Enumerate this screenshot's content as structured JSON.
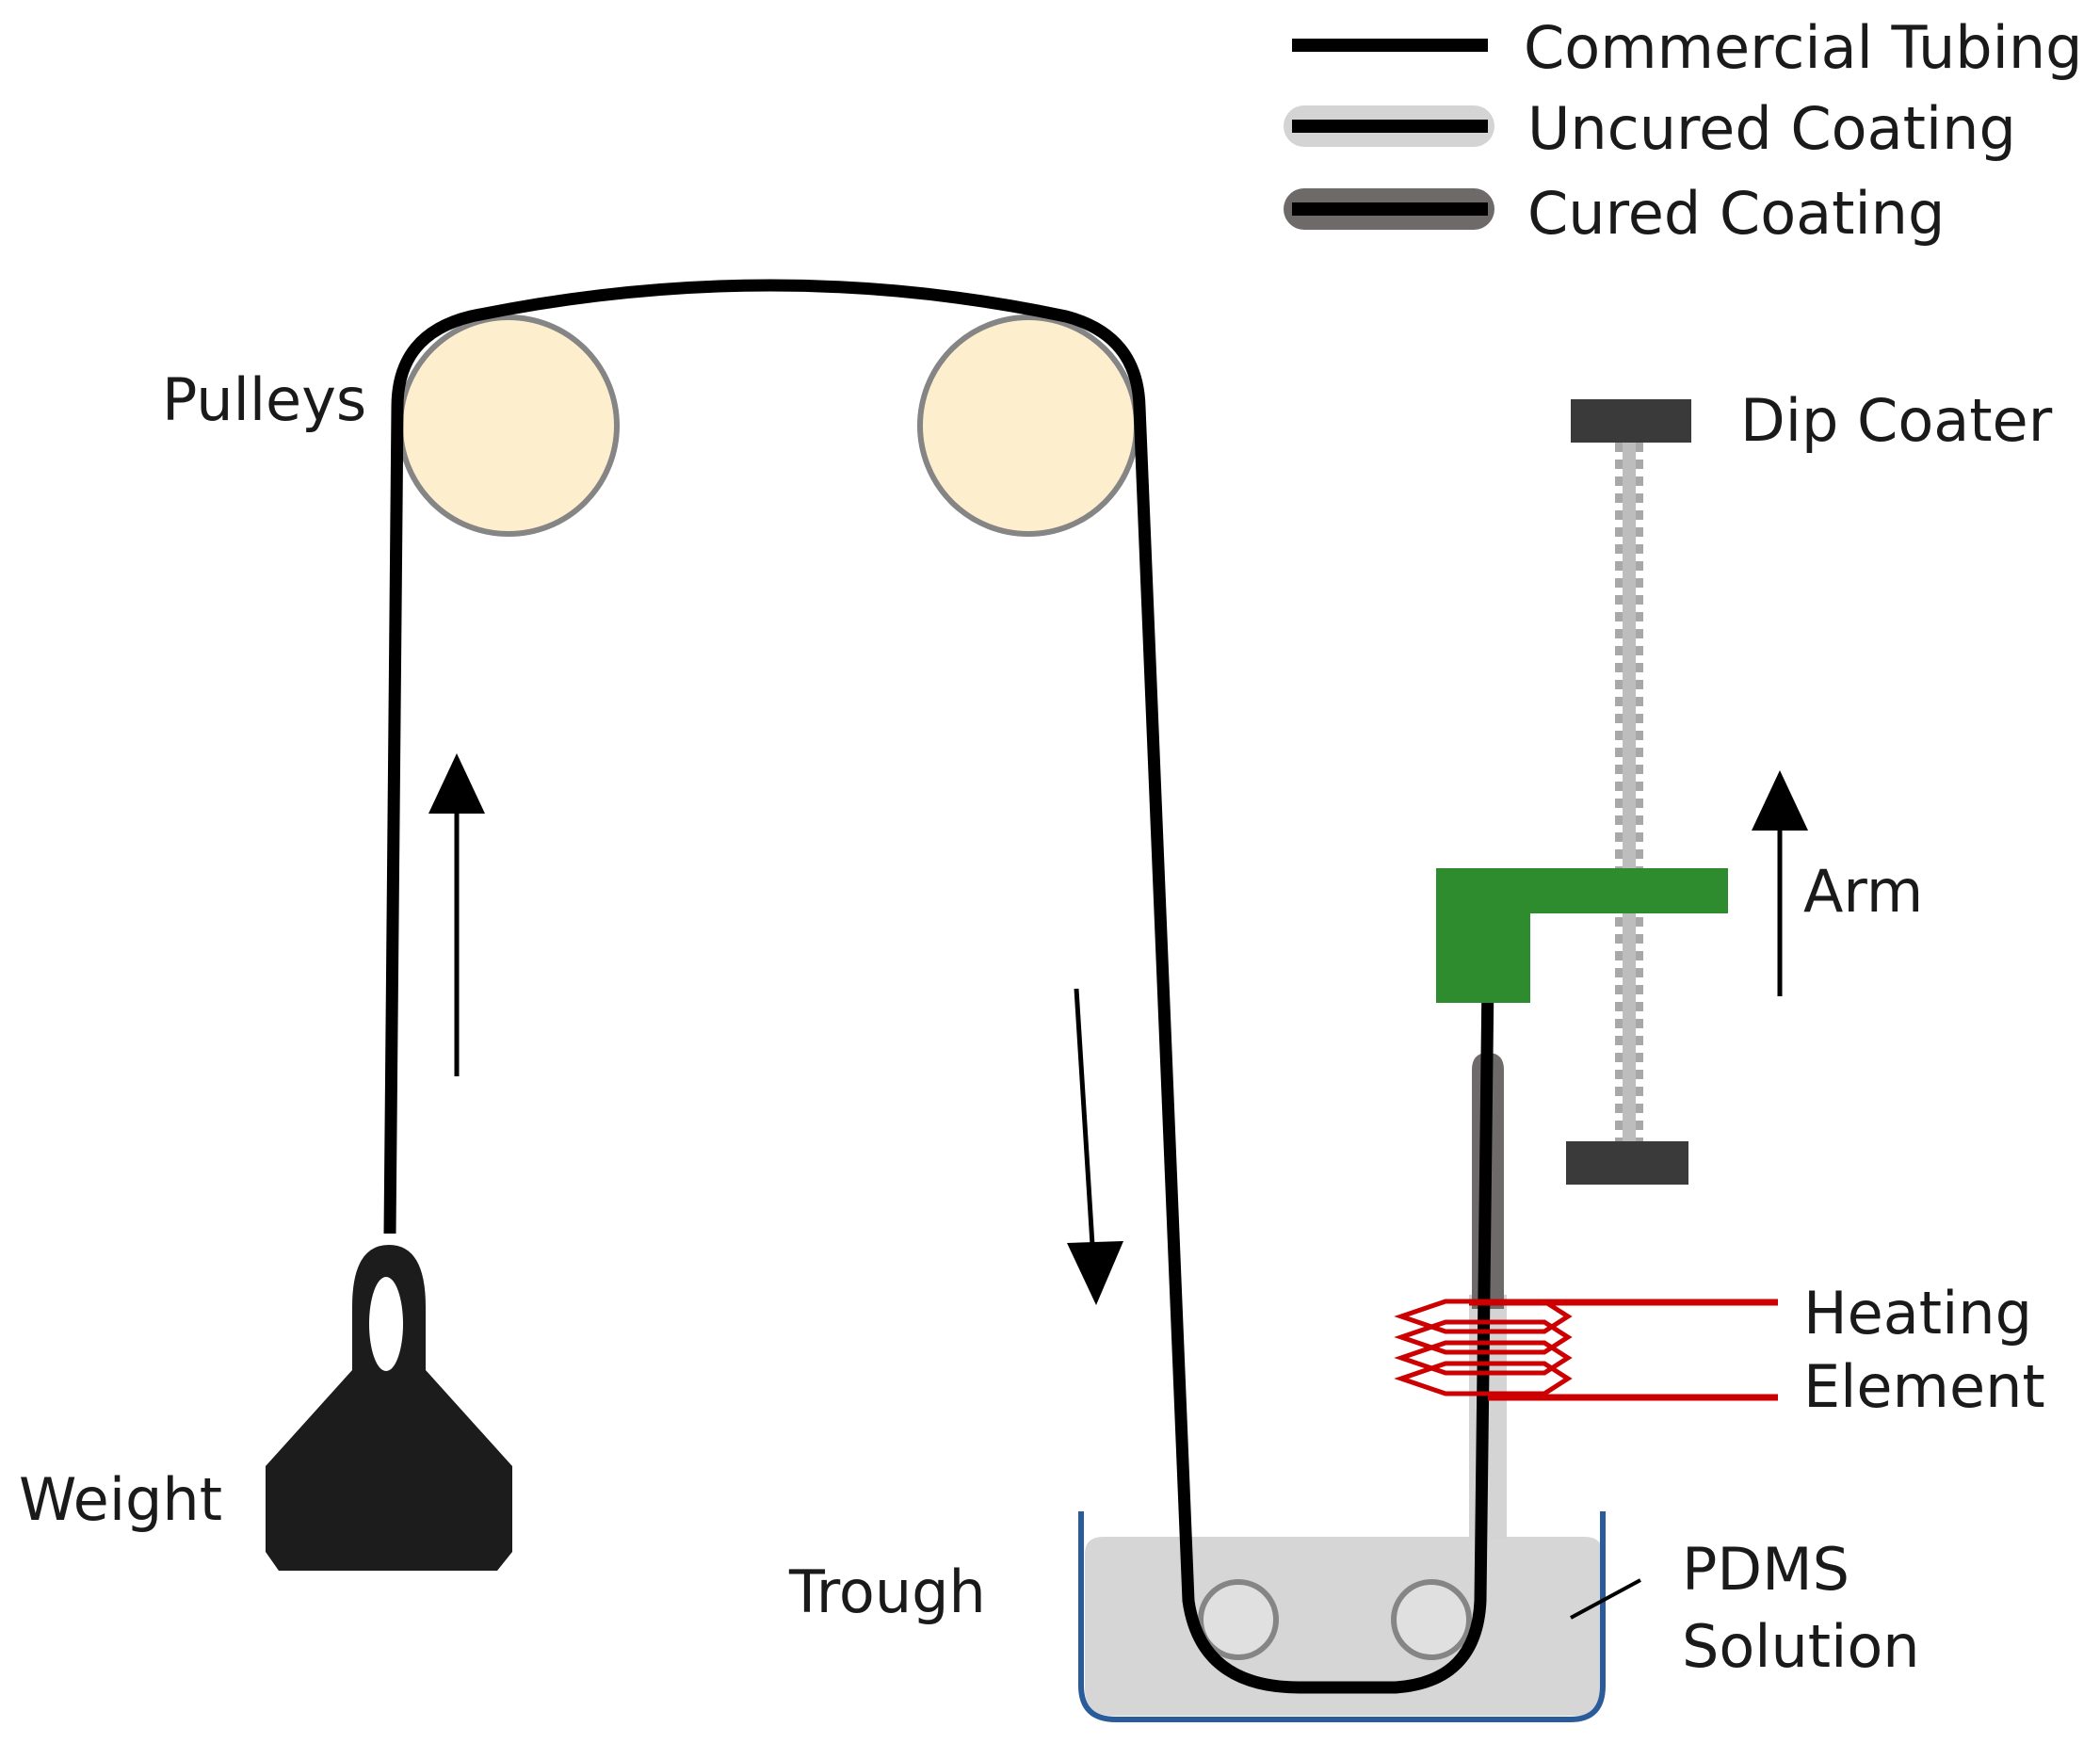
{
  "legend": {
    "commercial": "Commercial Tubing",
    "uncured": "Uncured Coating",
    "cured": "Cured Coating"
  },
  "labels": {
    "pulleys": "Pulleys",
    "dip_coater": "Dip Coater",
    "arm": "Arm",
    "heating_line1": "Heating",
    "heating_line2": "Element",
    "weight": "Weight",
    "trough": "Trough",
    "pdms_line1": "PDMS",
    "pdms_line2": "Solution"
  },
  "colors": {
    "tubing": "#000000",
    "uncured_coating": "#d4d4d4",
    "cured_coating": "#6e6a6a",
    "pulley_fill": "#fdefcd",
    "pulley_stroke": "#858585",
    "arm": "#2e8b2e",
    "heating": "#cc0000",
    "trough_outline": "#2a5b9a",
    "pdms_fill": "#d6d6d6",
    "weight": "#1c1c1c",
    "dip_coater_block": "#3a3a3a",
    "screw": "#a8a8a8"
  }
}
